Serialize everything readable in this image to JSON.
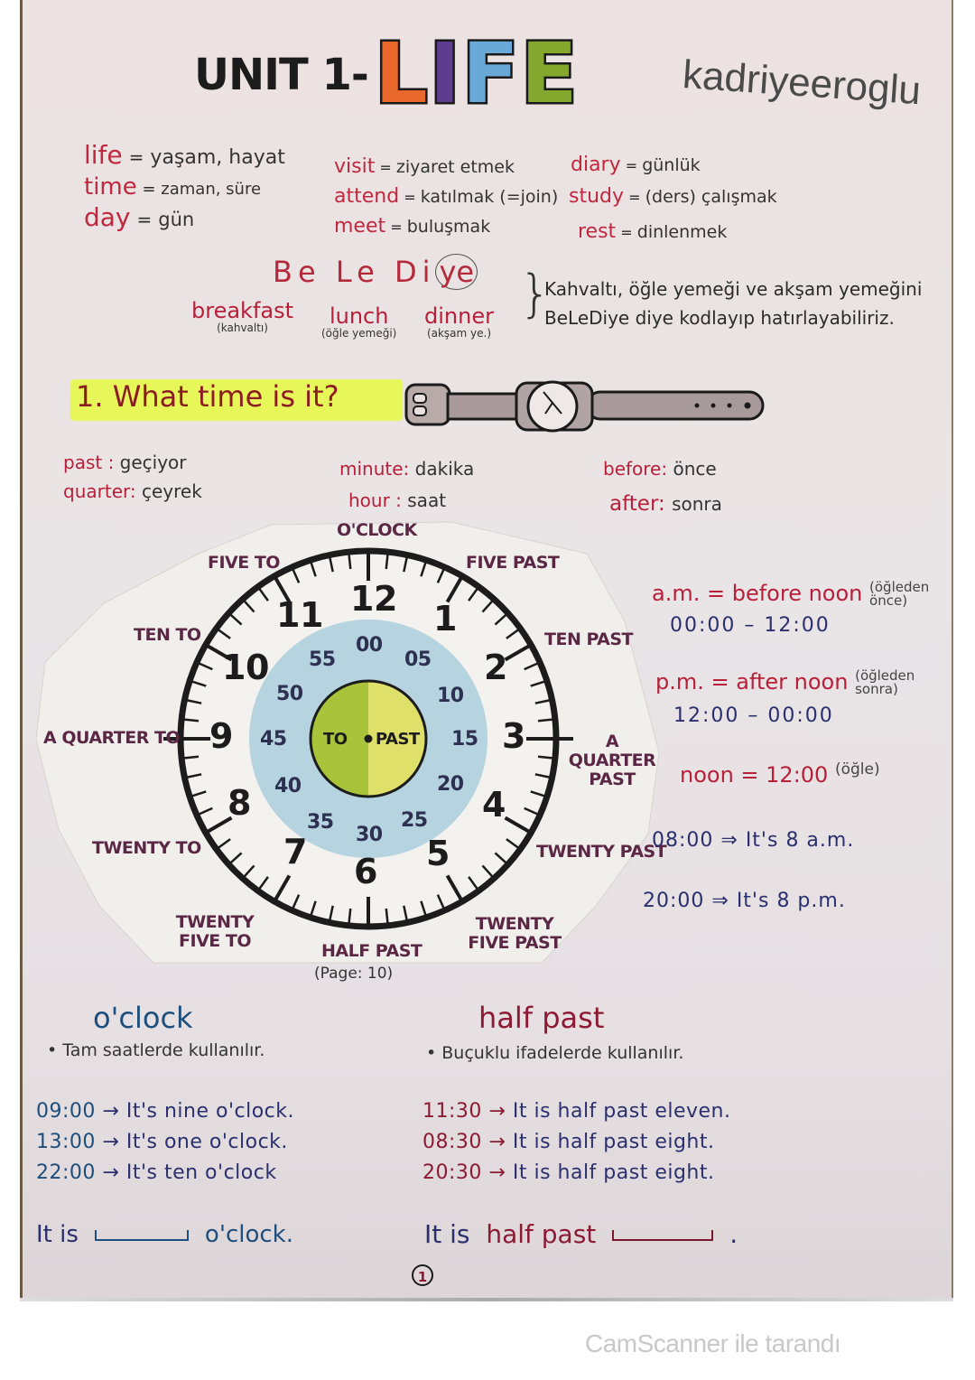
{
  "header": {
    "unit_label": "UNIT 1-",
    "life_letters": [
      {
        "char": "L",
        "color": "#e8672a"
      },
      {
        "char": "I",
        "color": "#5e3c8e"
      },
      {
        "char": "F",
        "color": "#6aa8d8"
      },
      {
        "char": "E",
        "color": "#84a82e"
      }
    ],
    "author": "kadriyeeroglu"
  },
  "vocabulary": {
    "column1": [
      {
        "en": "life",
        "tr": "yaşam, hayat"
      },
      {
        "en": "time",
        "tr": "zaman, süre"
      },
      {
        "en": "day",
        "tr": "gün"
      }
    ],
    "column2": [
      {
        "en": "visit",
        "tr": "ziyaret etmek"
      },
      {
        "en": "attend",
        "tr": "katılmak (=join)"
      },
      {
        "en": "meet",
        "tr": "buluşmak"
      }
    ],
    "column3": [
      {
        "en": "diary",
        "tr": "günlük"
      },
      {
        "en": "study",
        "tr": "(ders) çalışmak"
      },
      {
        "en": "rest",
        "tr": "dinlenmek"
      }
    ]
  },
  "mnemonic": {
    "head_be": "Be",
    "head_le": "Le",
    "head_di": "Di",
    "head_ye": "ye",
    "meals": [
      {
        "en": "breakfast",
        "tr": "(kahvaltı)"
      },
      {
        "en": "lunch",
        "tr": "(öğle yemeği)"
      },
      {
        "en": "dinner",
        "tr": "(akşam ye.)"
      }
    ],
    "note_line1": "Kahvaltı, öğle yemeği ve akşam yemeğini",
    "note_line2": "BeLeDiye diye kodlayıp hatırlayabiliriz."
  },
  "section1": {
    "title": "1. What time is it?",
    "watch_icon": "wristwatch-icon",
    "terms": [
      {
        "en": "past",
        "tr": "geçiyor"
      },
      {
        "en": "quarter",
        "tr": "çeyrek"
      },
      {
        "en": "minute",
        "tr": "dakika"
      },
      {
        "en": "hour",
        "tr": "saat"
      },
      {
        "en": "before",
        "tr": "önce"
      },
      {
        "en": "after",
        "tr": "sonra"
      }
    ]
  },
  "clock": {
    "hour_numbers": [
      "12",
      "1",
      "2",
      "3",
      "4",
      "5",
      "6",
      "7",
      "8",
      "9",
      "10",
      "11"
    ],
    "minute_numbers": [
      "00",
      "05",
      "10",
      "15",
      "20",
      "25",
      "30",
      "35",
      "40",
      "45",
      "50",
      "55"
    ],
    "center_to": "TO",
    "center_past": "PAST",
    "outer_labels": {
      "oclock": "O'CLOCK",
      "five_past": "FIVE PAST",
      "ten_past": "TEN PAST",
      "quarter_past": "A QUARTER PAST",
      "twenty_past": "TWENTY PAST",
      "twenty_five_past": "TWENTY FIVE PAST",
      "half_past": "HALF PAST",
      "twenty_five_to": "TWENTY FIVE TO",
      "twenty_to": "TWENTY TO",
      "quarter_to": "A QUARTER TO",
      "ten_to": "TEN TO",
      "five_to": "FIVE TO"
    },
    "colors": {
      "blue_ring": "#b6d3e0",
      "to_half": "#a9c43a",
      "past_half": "#dfe06a",
      "label": "#5a2745"
    },
    "page_note": "(Page: 10)"
  },
  "ampm": {
    "am_label": "a.m.",
    "am_eq": "= before noon",
    "am_tr": "(öğleden önce)",
    "am_range": "00:00 – 12:00",
    "pm_label": "p.m.",
    "pm_eq": "= after noon",
    "pm_tr": "(öğleden sonra)",
    "pm_range": "12:00 – 00:00",
    "noon": "noon = 12:00",
    "noon_tr": "(öğle)",
    "example1": "08:00 ⇒ It's 8 a.m.",
    "example2": "20:00 ⇒ It's 8 p.m."
  },
  "oclock_section": {
    "title": "o'clock",
    "bullet": "Tam saatlerde kullanılır.",
    "examples": [
      {
        "time": "09:00",
        "text": "It's nine o'clock."
      },
      {
        "time": "13:00",
        "text": "It's one o'clock."
      },
      {
        "time": "22:00",
        "text": "It's ten o'clock"
      }
    ],
    "pattern_start": "It is",
    "pattern_end": "o'clock."
  },
  "halfpast_section": {
    "title": "half past",
    "bullet": "Buçuklu ifadelerde kullanılır.",
    "examples": [
      {
        "time": "11:30",
        "text": "It is half past eleven."
      },
      {
        "time": "08:30",
        "text": "It is half past eight."
      },
      {
        "time": "20:30",
        "text": "It is half past eight."
      }
    ],
    "pattern_start": "It is",
    "pattern_mid": "half past",
    "pattern_end": "."
  },
  "page_number": "1",
  "watermark": "CamScanner  ile tarandı"
}
